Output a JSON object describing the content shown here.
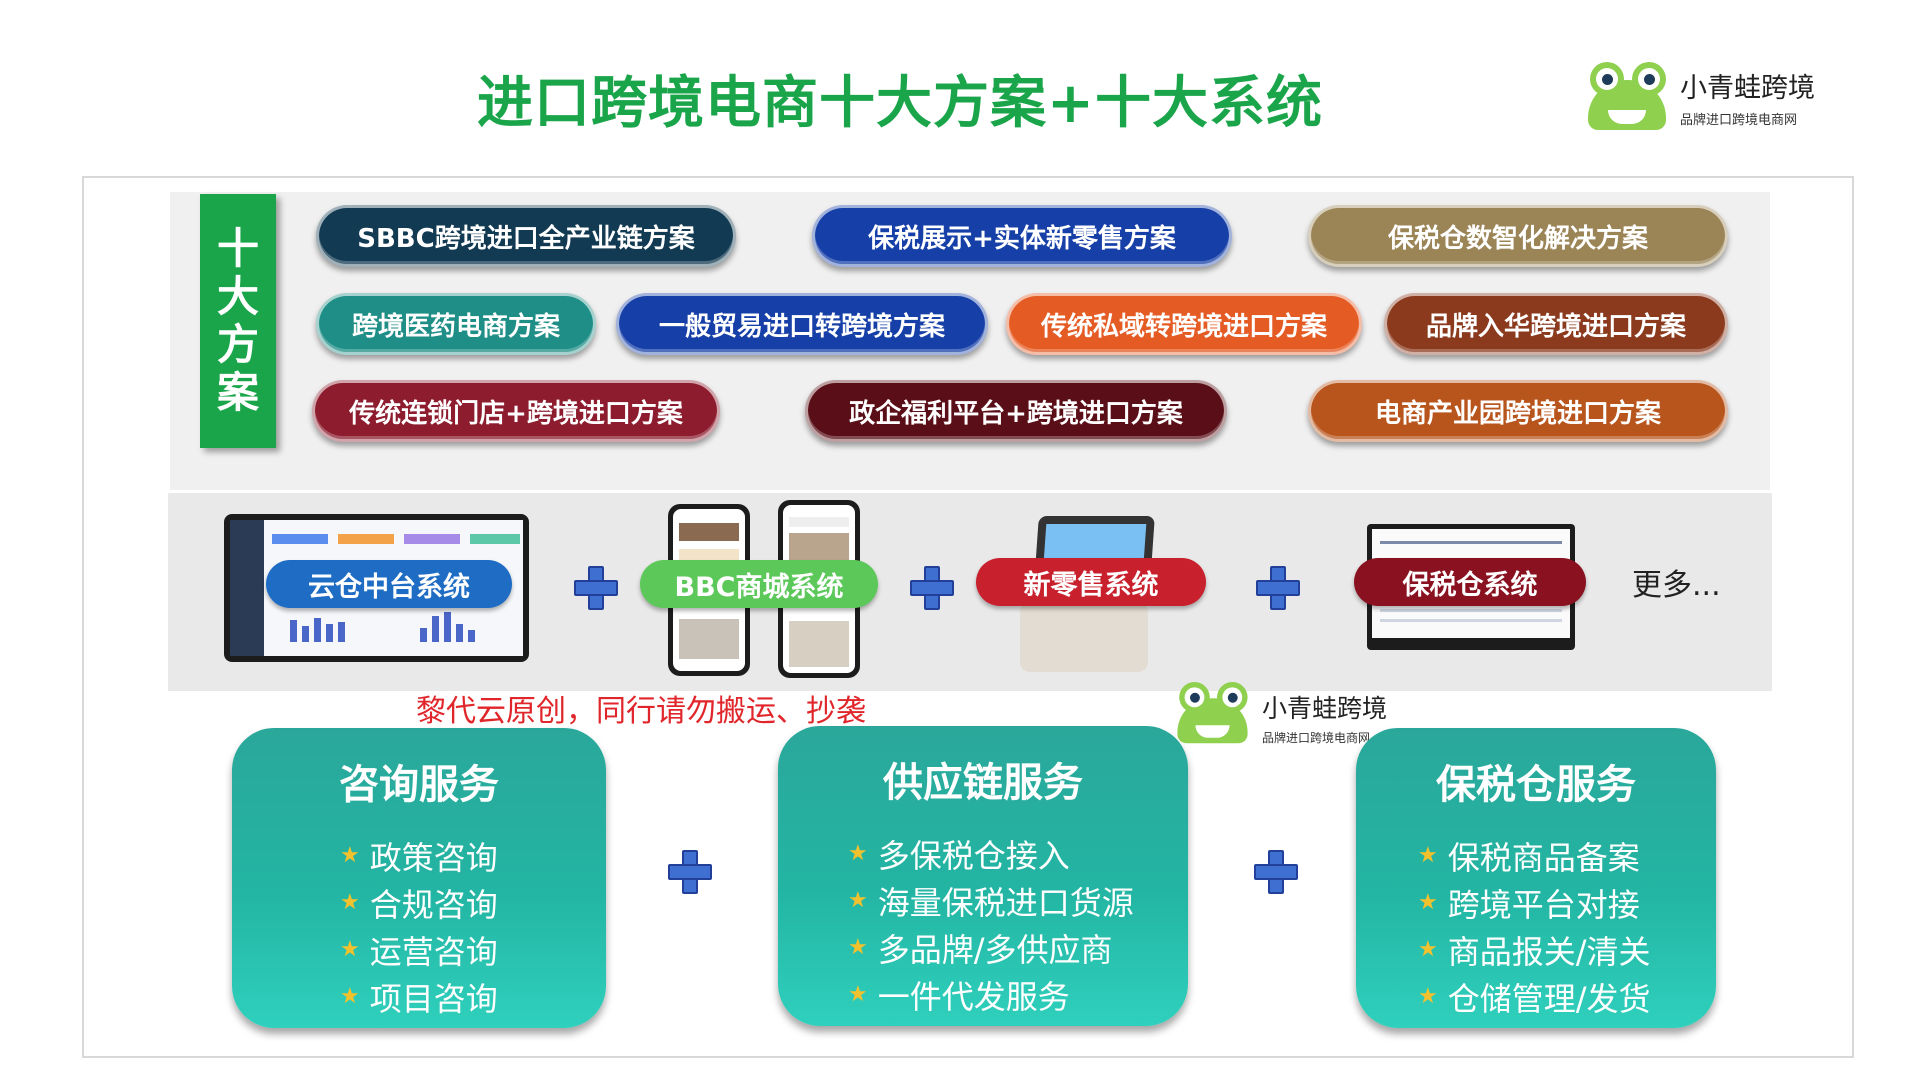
{
  "title": "进口跨境电商十大方案+十大系统",
  "logo": {
    "name": "小青蛙跨境",
    "tagline": "品牌进口跨境电商网"
  },
  "solutions_label": [
    "十",
    "大",
    "方",
    "案"
  ],
  "solutions": [
    {
      "label": "SBBC跨境进口全产业链方案",
      "color": "#123a52"
    },
    {
      "label": "保税展示+实体新零售方案",
      "color": "#163fa8"
    },
    {
      "label": "保税仓数智化解决方案",
      "color": "#9b8456"
    },
    {
      "label": "跨境医药电商方案",
      "color": "#1e8e86"
    },
    {
      "label": "一般贸易进口转跨境方案",
      "color": "#163fa8"
    },
    {
      "label": "传统私域转跨境进口方案",
      "color": "#e55b24"
    },
    {
      "label": "品牌入华跨境进口方案",
      "color": "#8b3a1e"
    },
    {
      "label": "传统连锁门店+跨境进口方案",
      "color": "#8c1c2e"
    },
    {
      "label": "政企福利平台+跨境进口方案",
      "color": "#5a0f18"
    },
    {
      "label": "电商产业园跨境进口方案",
      "color": "#b8551c"
    }
  ],
  "systems": [
    {
      "label": "云仓中台系统",
      "color": "#1f6cc4"
    },
    {
      "label": "BBC商城系统",
      "color": "#5cc85a"
    },
    {
      "label": "新零售系统",
      "color": "#c8202c"
    },
    {
      "label": "保税仓系统",
      "color": "#8a1220"
    }
  ],
  "more": "更多...",
  "notice": "黎代云原创，同行请勿搬运、抄袭",
  "services": [
    {
      "title": "咨询服务",
      "items": [
        "政策咨询",
        "合规咨询",
        "运营咨询",
        "项目咨询"
      ]
    },
    {
      "title": "供应链服务",
      "items": [
        "多保税仓接入",
        "海量保税进口货源",
        "多品牌/多供应商",
        "一件代发服务"
      ]
    },
    {
      "title": "保税仓服务",
      "items": [
        "保税商品备案",
        "跨境平台对接",
        "商品报关/清关",
        "仓储管理/发货"
      ]
    }
  ],
  "star_icon": "star-icon",
  "accent": "#1aa54a"
}
